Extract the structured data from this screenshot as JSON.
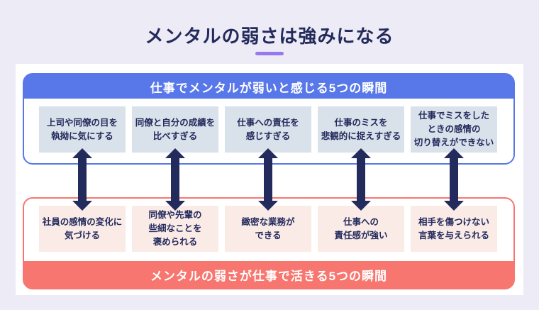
{
  "title": "メンタルの弱さは強みになる",
  "colors": {
    "page_background": "#EDEBF5",
    "card_background": "#FFFFFF",
    "blue_accent": "#5878E9",
    "red_accent": "#F7766F",
    "navy_text": "#232A5C",
    "purple_underline": "#9678F2",
    "weakness_box_bg": "#D9E1EB",
    "strength_box_bg": "#FAEBE7"
  },
  "top_section": {
    "header": "仕事でメンタルが弱いと感じる5つの瞬間",
    "items": [
      "上司や同僚の目を\n執拗に気にする",
      "同僚と自分の成績を\n比べすぎる",
      "仕事への責任を\n感じすぎる",
      "仕事のミスを\n悲観的に捉えすぎる",
      "仕事でミスをした\nときの感情の\n切り替えができない"
    ]
  },
  "bottom_section": {
    "footer": "メンタルの弱さが仕事で活きる5つの瞬間",
    "items": [
      "社員の感情の変化に\n気づける",
      "同僚や先輩の\n些細なことを\n褒められる",
      "緻密な業務が\nできる",
      "仕事への\n責任感が強い",
      "相手を傷つけない\n言葉を与えられる"
    ]
  }
}
